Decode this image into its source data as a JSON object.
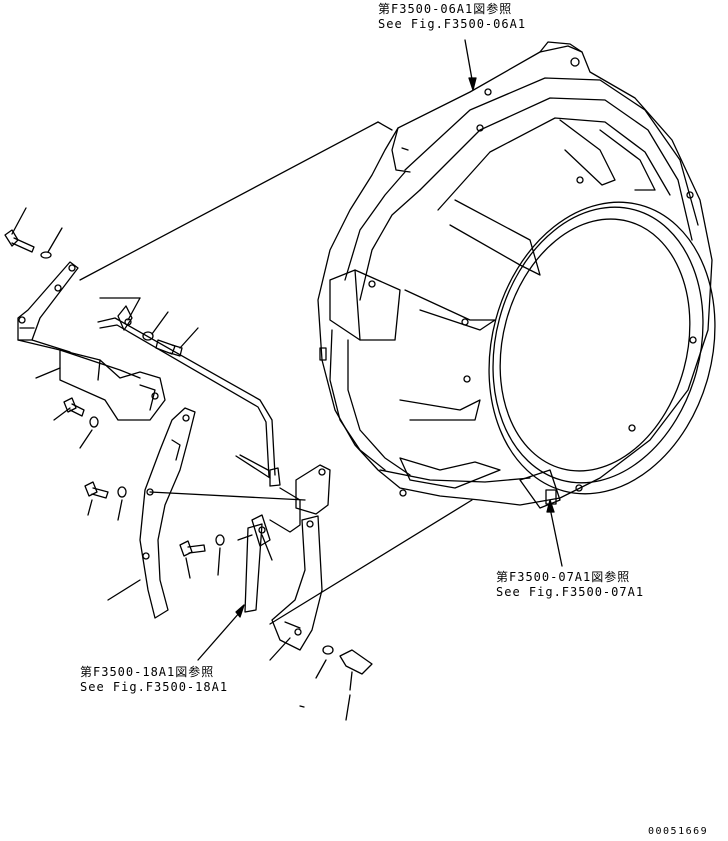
{
  "references": {
    "top": {
      "jp": "第F3500-06A1図参照",
      "en": "See Fig.F3500-06A1"
    },
    "right": {
      "jp": "第F3500-07A1図参照",
      "en": "See Fig.F3500-07A1"
    },
    "left": {
      "jp": "第F3500-18A1図参照",
      "en": "See Fig.F3500-18A1"
    }
  },
  "drawing_number": "00051669"
}
